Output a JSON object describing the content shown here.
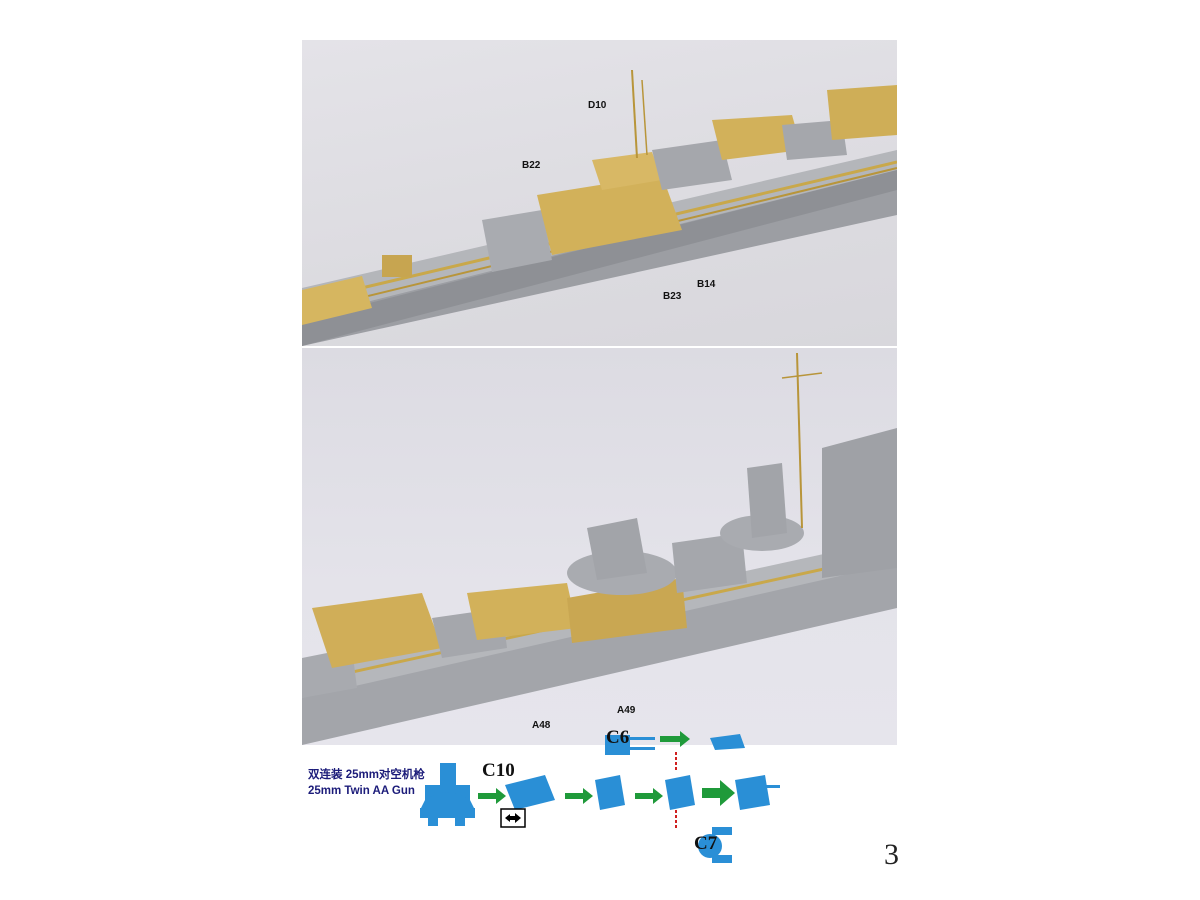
{
  "photo_top": {
    "callouts": [
      "D10",
      "B22",
      "B23",
      "B14"
    ]
  },
  "photo_bottom": {
    "callouts": [
      "A48",
      "A49"
    ]
  },
  "assembly": {
    "title_cn": "双连装 25mm对空机枪",
    "title_en": "25mm Twin AA Gun",
    "parts": [
      "C10",
      "C6",
      "C7"
    ],
    "colors": {
      "part": "#2a8fd6",
      "arrow": "#1f9a3a",
      "guide": "#d02020"
    }
  },
  "page_number": "3"
}
